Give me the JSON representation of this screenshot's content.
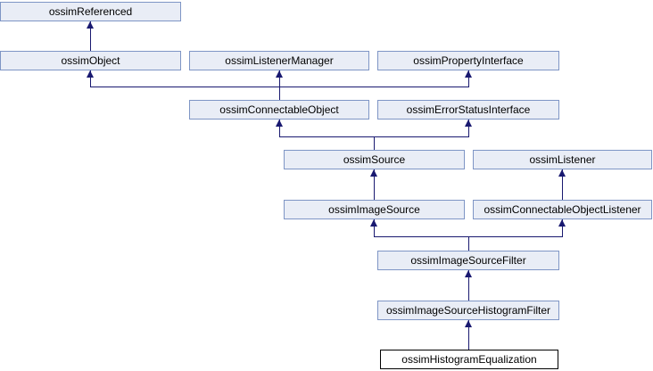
{
  "diagram": {
    "type": "class-inheritance-graph",
    "current_class": "ossimHistogramEqualization",
    "colors": {
      "background": "#ffffff",
      "node_fill": "#e9edf6",
      "node_border": "#7e95c5",
      "edge": "#191970",
      "current_node_fill": "#ffffff",
      "current_node_border": "#000000",
      "text": "#000000"
    },
    "nodes": [
      {
        "id": "ossimReferenced",
        "label": "ossimReferenced",
        "current": false
      },
      {
        "id": "ossimObject",
        "label": "ossimObject",
        "current": false
      },
      {
        "id": "ossimListenerManager",
        "label": "ossimListenerManager",
        "current": false
      },
      {
        "id": "ossimPropertyInterface",
        "label": "ossimPropertyInterface",
        "current": false
      },
      {
        "id": "ossimConnectableObject",
        "label": "ossimConnectableObject",
        "current": false
      },
      {
        "id": "ossimErrorStatusInterface",
        "label": "ossimErrorStatusInterface",
        "current": false
      },
      {
        "id": "ossimSource",
        "label": "ossimSource",
        "current": false
      },
      {
        "id": "ossimListener",
        "label": "ossimListener",
        "current": false
      },
      {
        "id": "ossimImageSource",
        "label": "ossimImageSource",
        "current": false
      },
      {
        "id": "ossimConnectableObjectListener",
        "label": "ossimConnectableObjectListener",
        "current": false
      },
      {
        "id": "ossimImageSourceFilter",
        "label": "ossimImageSourceFilter",
        "current": false
      },
      {
        "id": "ossimImageSourceHistogramFilter",
        "label": "ossimImageSourceHistogramFilter",
        "current": false
      },
      {
        "id": "ossimHistogramEqualization",
        "label": "ossimHistogramEqualization",
        "current": true
      }
    ],
    "edges": [
      {
        "from": "ossimObject",
        "to": "ossimReferenced"
      },
      {
        "from": "ossimConnectableObject",
        "to": "ossimObject"
      },
      {
        "from": "ossimConnectableObject",
        "to": "ossimListenerManager"
      },
      {
        "from": "ossimConnectableObject",
        "to": "ossimPropertyInterface"
      },
      {
        "from": "ossimSource",
        "to": "ossimConnectableObject"
      },
      {
        "from": "ossimSource",
        "to": "ossimErrorStatusInterface"
      },
      {
        "from": "ossimImageSource",
        "to": "ossimSource"
      },
      {
        "from": "ossimConnectableObjectListener",
        "to": "ossimListener"
      },
      {
        "from": "ossimImageSourceFilter",
        "to": "ossimImageSource"
      },
      {
        "from": "ossimImageSourceFilter",
        "to": "ossimConnectableObjectListener"
      },
      {
        "from": "ossimImageSourceHistogramFilter",
        "to": "ossimImageSourceFilter"
      },
      {
        "from": "ossimHistogramEqualization",
        "to": "ossimImageSourceHistogramFilter"
      }
    ]
  }
}
